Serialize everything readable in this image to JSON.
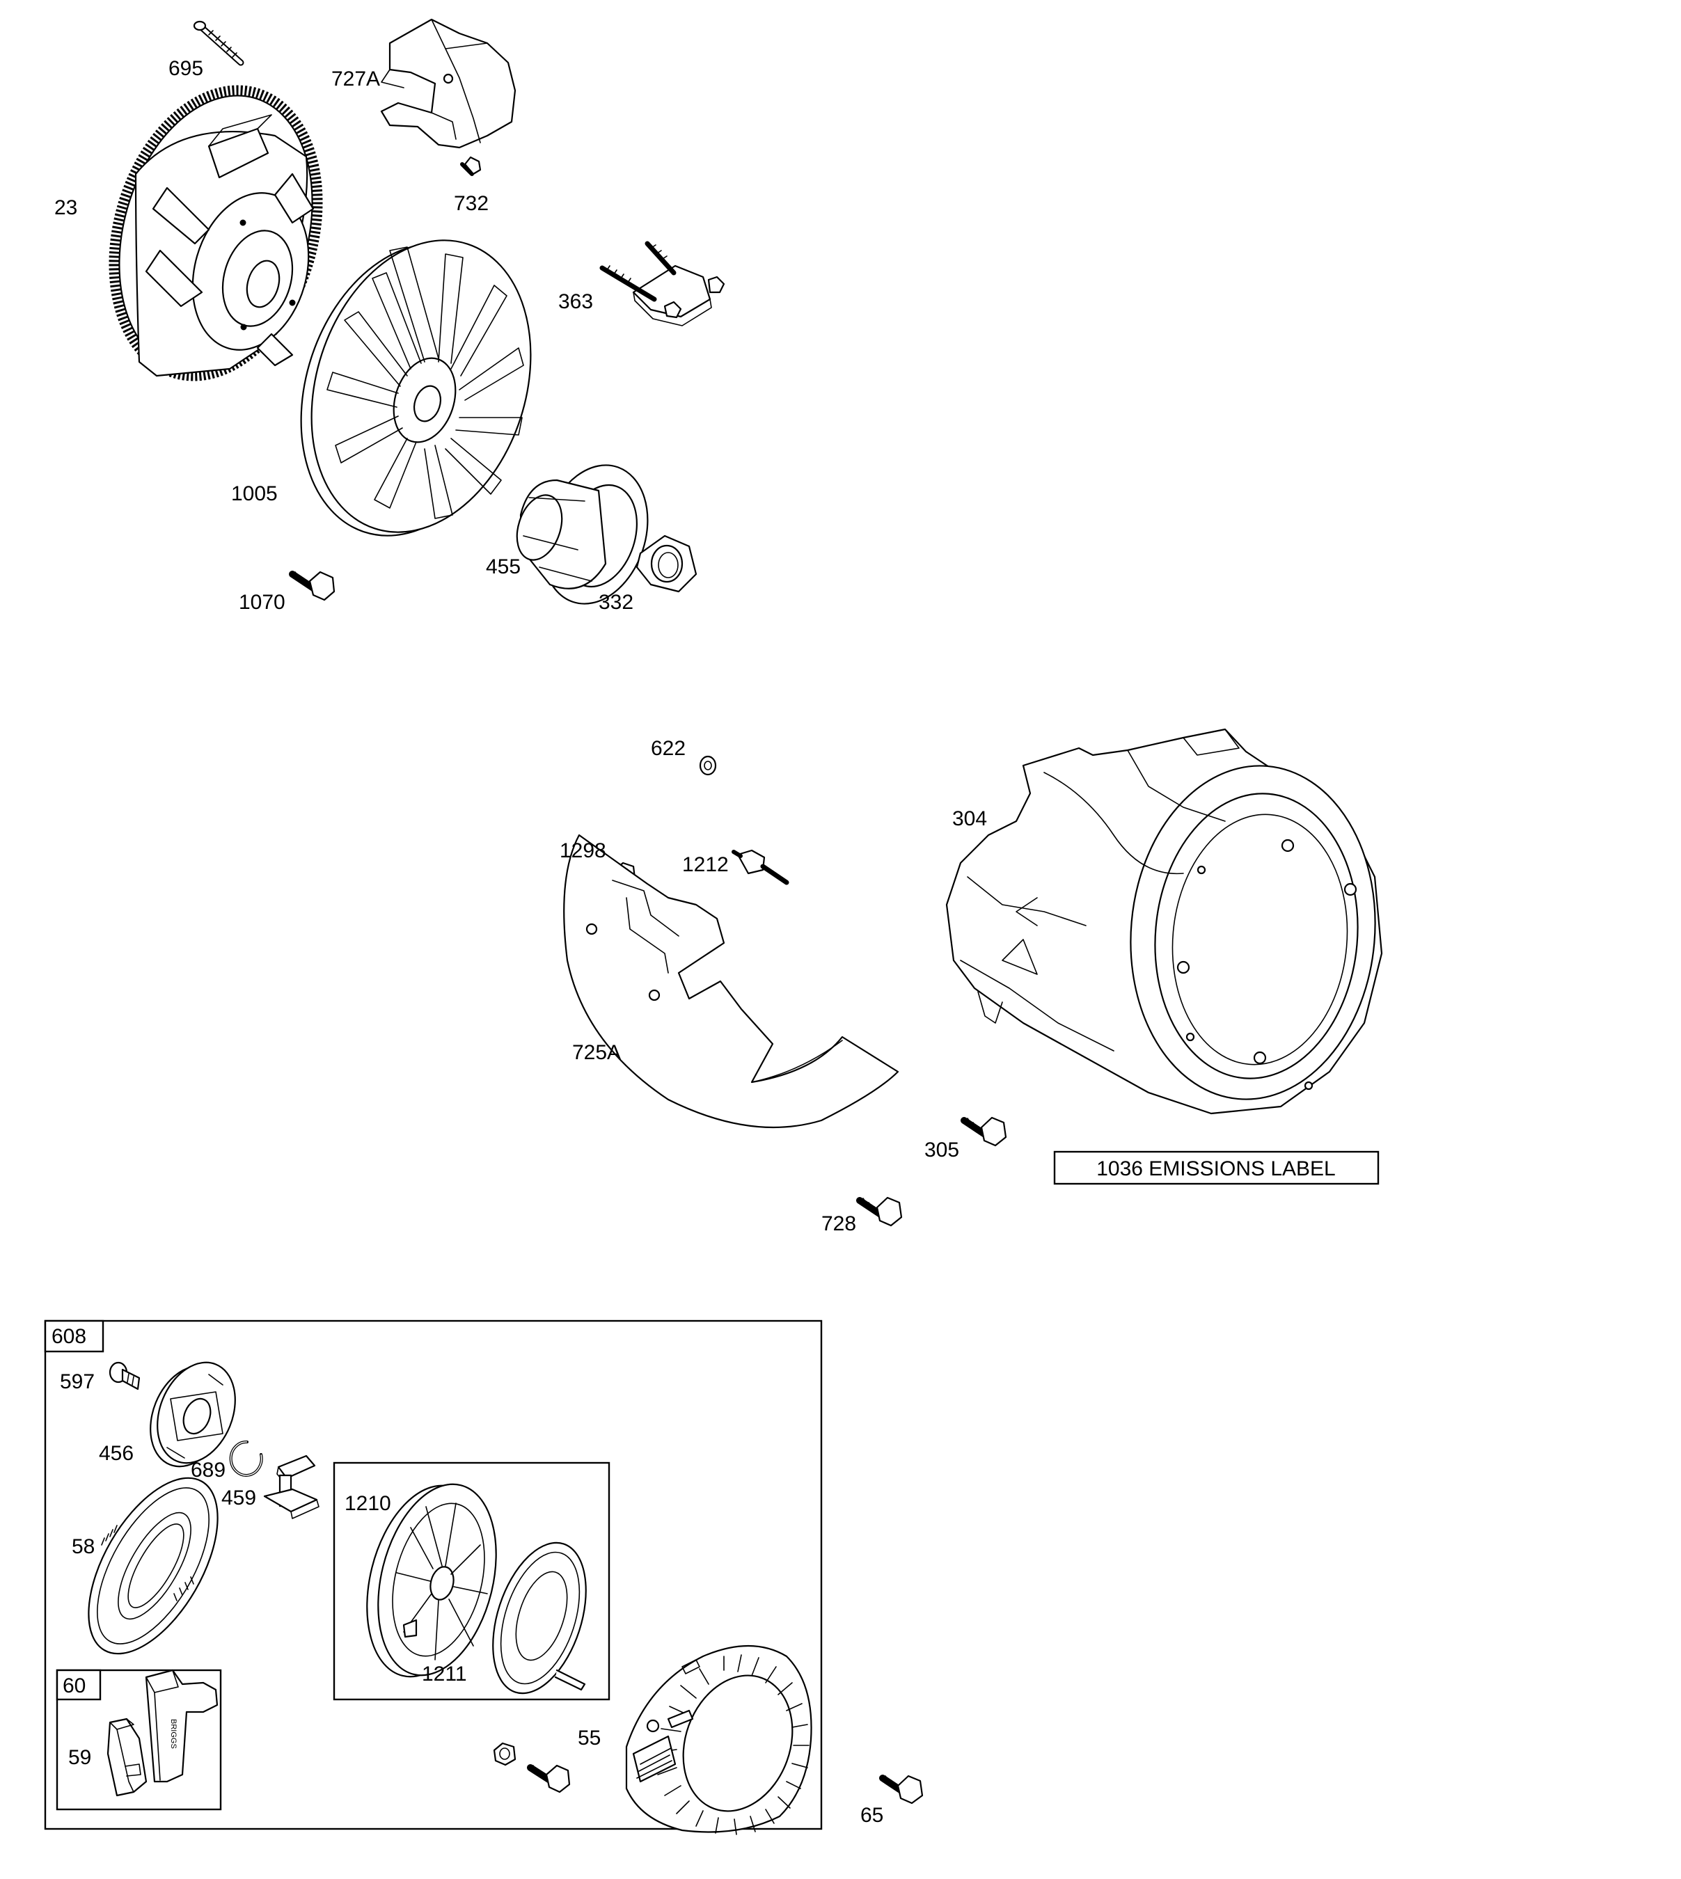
{
  "callouts": {
    "p695": "695",
    "p727a": "727A",
    "p23": "23",
    "p732": "732",
    "p363": "363",
    "p1005": "1005",
    "p455": "455",
    "p1070": "1070",
    "p332": "332",
    "p622": "622",
    "p304": "304",
    "p1298": "1298",
    "p1212": "1212",
    "p725a": "725A",
    "p305": "305",
    "p728": "728",
    "p597": "597",
    "p456": "456",
    "p689": "689",
    "p459": "459",
    "p58": "58",
    "p1210": "1210",
    "p1211": "1211",
    "p55": "55",
    "p59": "59",
    "p65": "65"
  },
  "boxes": {
    "emissions_label": "1036 EMISSIONS LABEL",
    "kit_608": "608",
    "kit_60": "60"
  },
  "handle_text": "BRIGGS"
}
